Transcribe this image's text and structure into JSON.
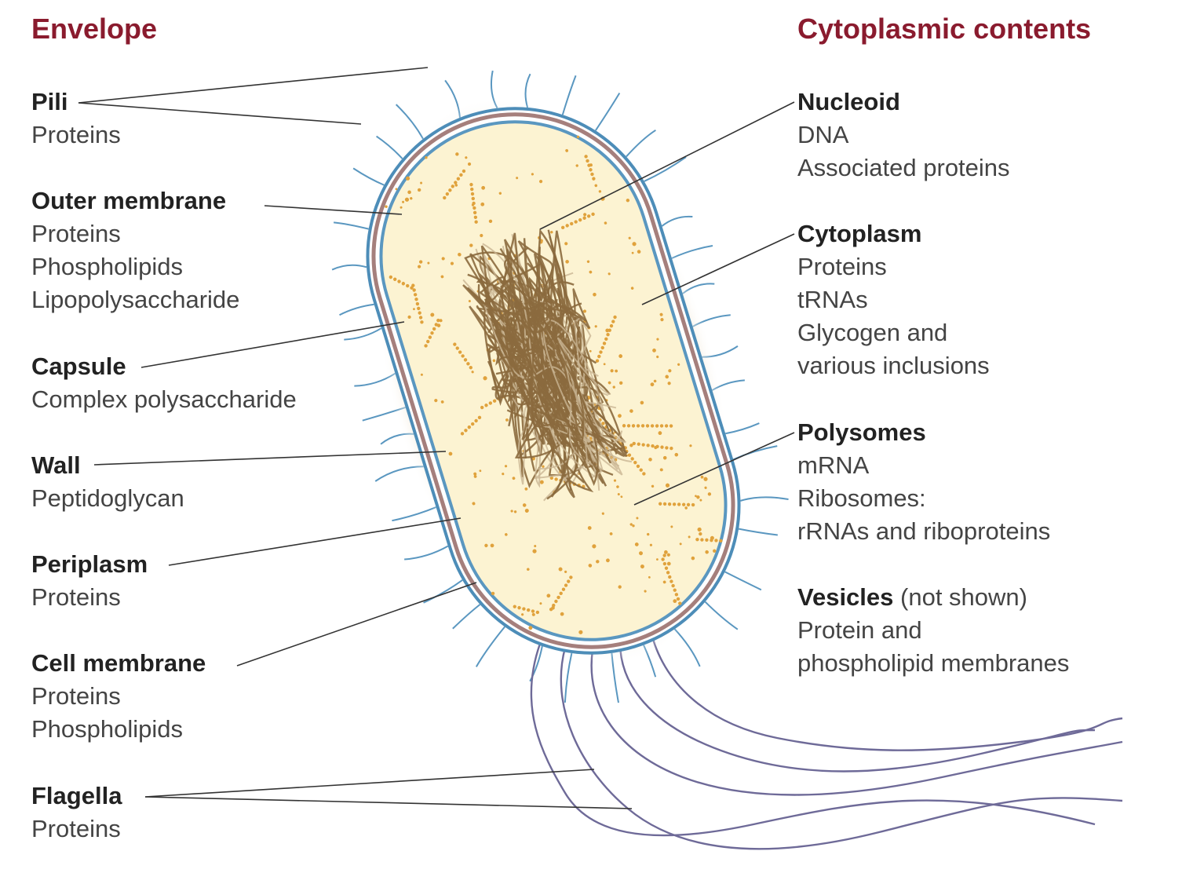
{
  "headings": {
    "envelope": "Envelope",
    "cytoplasmic": "Cytoplasmic contents"
  },
  "envelope": [
    {
      "title": "Pili",
      "lines": [
        "Proteins"
      ]
    },
    {
      "title": "Outer membrane",
      "lines": [
        "Proteins",
        "Phospholipids",
        "Lipopolysaccharide"
      ]
    },
    {
      "title": "Capsule",
      "lines": [
        "Complex polysaccharide"
      ]
    },
    {
      "title": "Wall",
      "lines": [
        "Peptidoglycan"
      ]
    },
    {
      "title": "Periplasm",
      "lines": [
        "Proteins"
      ]
    },
    {
      "title": "Cell membrane",
      "lines": [
        "Proteins",
        "Phospholipids"
      ]
    },
    {
      "title": "Flagella",
      "lines": [
        "Proteins"
      ]
    }
  ],
  "cytoplasmic": [
    {
      "title": "Nucleoid",
      "lines": [
        "DNA",
        "Associated proteins"
      ]
    },
    {
      "title": "Cytoplasm",
      "lines": [
        "Proteins",
        "tRNAs",
        "Glycogen and",
        "various inclusions"
      ]
    },
    {
      "title": "Polysomes",
      "lines": [
        "mRNA",
        "Ribosomes:",
        "rRNAs and riboproteins"
      ]
    },
    {
      "title": "Vesicles",
      "note": "(not shown)",
      "lines": [
        "Protein and",
        "phospholipid membranes"
      ]
    }
  ],
  "colors": {
    "heading": "#8a1b2e",
    "pili": "#5a97c0",
    "flagella": "#6e6a98",
    "cytoplasm": "#fcf3d2",
    "ribosome": "#e0a23c",
    "nucleoid": "#8b6a3e",
    "leader": "#333333"
  }
}
